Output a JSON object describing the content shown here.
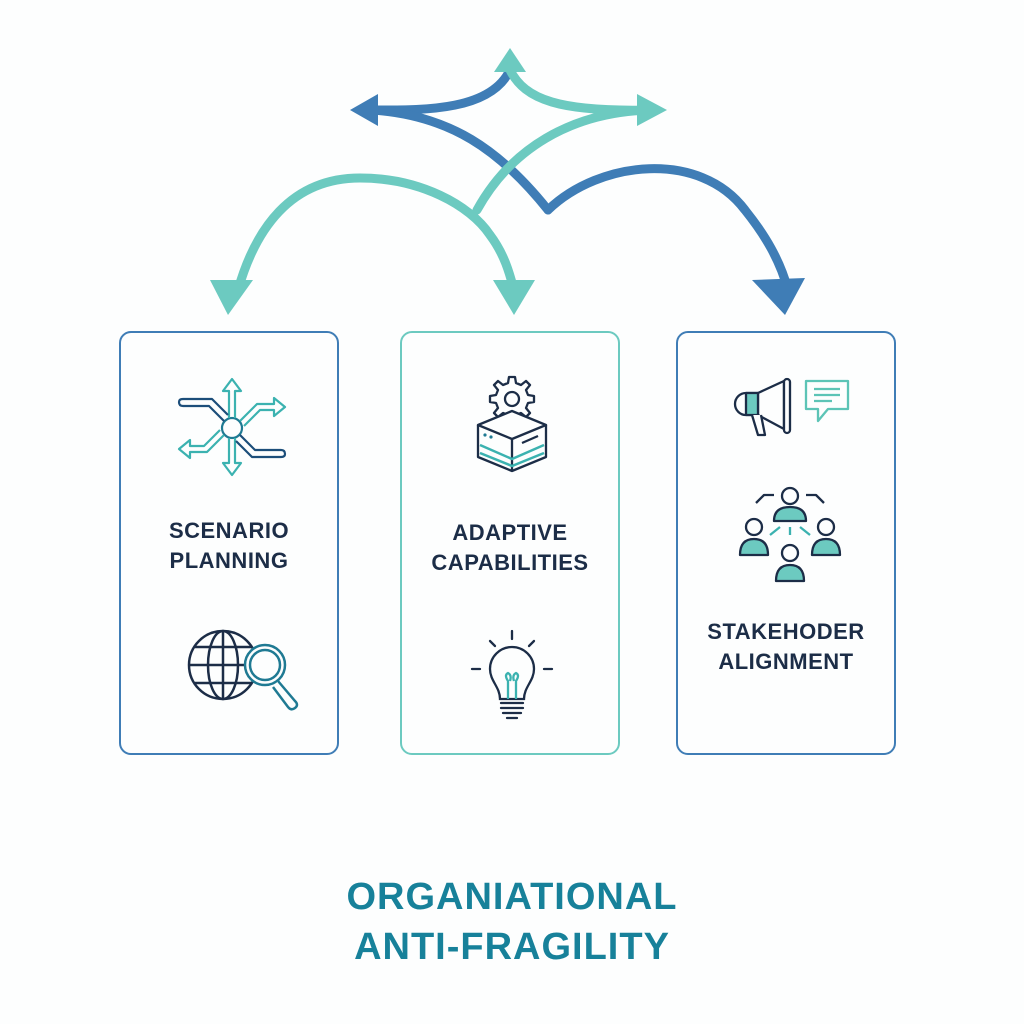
{
  "colors": {
    "blue": "#3f7db6",
    "teal": "#6ccac0",
    "navy": "#1c2d47",
    "title": "#17819a"
  },
  "cards": [
    {
      "line1": "SCENARIO",
      "line2": "PLANNING",
      "icons": [
        "branching-arrows-icon",
        "globe-search-icon"
      ],
      "border": "blue"
    },
    {
      "line1": "ADAPTIVE",
      "line2": "CAPABILITIES",
      "icons": [
        "gear-box-icon",
        "lightbulb-icon"
      ],
      "border": "teal"
    },
    {
      "line1": "STAKEHODER",
      "line2": "ALIGNMENT",
      "icons": [
        "megaphone-icon",
        "chat-bubble-icon",
        "people-network-icon"
      ],
      "border": "blue"
    }
  ],
  "title": {
    "line1": "ORGANIATIONAL",
    "line2": "ANTI-FRAGILITY"
  }
}
